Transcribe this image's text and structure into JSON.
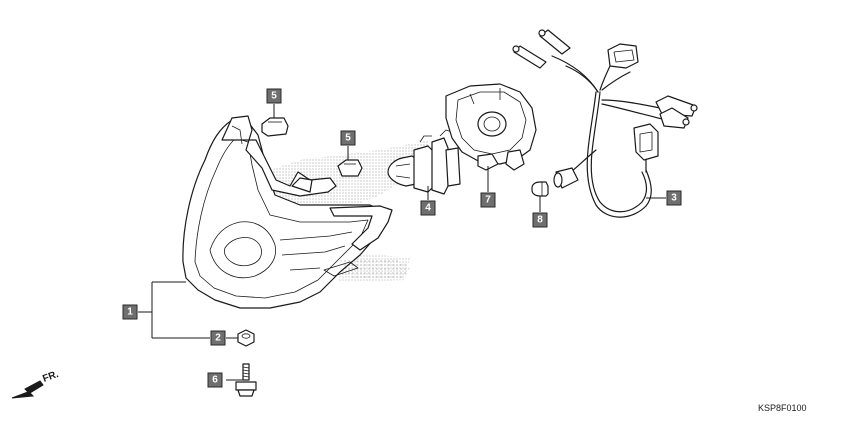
{
  "callouts": {
    "c1": "1",
    "c2": "2",
    "c3": "3",
    "c4": "4",
    "c5a": "5",
    "c5b": "5",
    "c6": "6",
    "c7": "7",
    "c8": "8"
  },
  "direction_label": "FR.",
  "figure_code": "KSP8F0100"
}
